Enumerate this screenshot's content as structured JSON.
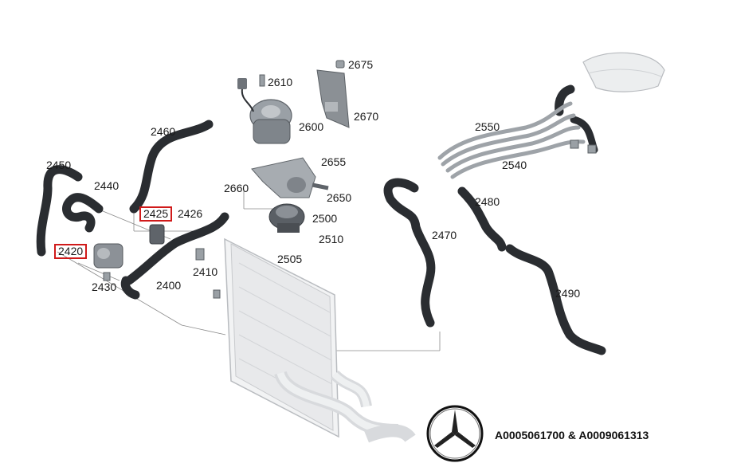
{
  "diagram": {
    "callouts": [
      {
        "id": "2675",
        "text": "2675"
      },
      {
        "id": "2610",
        "text": "2610"
      },
      {
        "id": "2670",
        "text": "2670"
      },
      {
        "id": "2600",
        "text": "2600"
      },
      {
        "id": "2460",
        "text": "2460"
      },
      {
        "id": "2655",
        "text": "2655"
      },
      {
        "id": "2450",
        "text": "2450"
      },
      {
        "id": "2440",
        "text": "2440"
      },
      {
        "id": "2660",
        "text": "2660"
      },
      {
        "id": "2650",
        "text": "2650"
      },
      {
        "id": "2425",
        "text": "2425",
        "highlight": true
      },
      {
        "id": "2426",
        "text": "2426"
      },
      {
        "id": "2500",
        "text": "2500"
      },
      {
        "id": "2510",
        "text": "2510"
      },
      {
        "id": "2420",
        "text": "2420",
        "highlight": true
      },
      {
        "id": "2505",
        "text": "2505"
      },
      {
        "id": "2410",
        "text": "2410"
      },
      {
        "id": "2430",
        "text": "2430"
      },
      {
        "id": "2400",
        "text": "2400"
      },
      {
        "id": "2550",
        "text": "2550"
      },
      {
        "id": "2540",
        "text": "2540"
      },
      {
        "id": "2480",
        "text": "2480"
      },
      {
        "id": "2470",
        "text": "2470"
      },
      {
        "id": "2490",
        "text": "2490"
      }
    ],
    "highlight_color": "#d01a1a",
    "hose_color": "#2a2d31",
    "logo": "mercedes-benz-star-logo"
  },
  "part_numbers": "A0005061700 & A0009061313"
}
